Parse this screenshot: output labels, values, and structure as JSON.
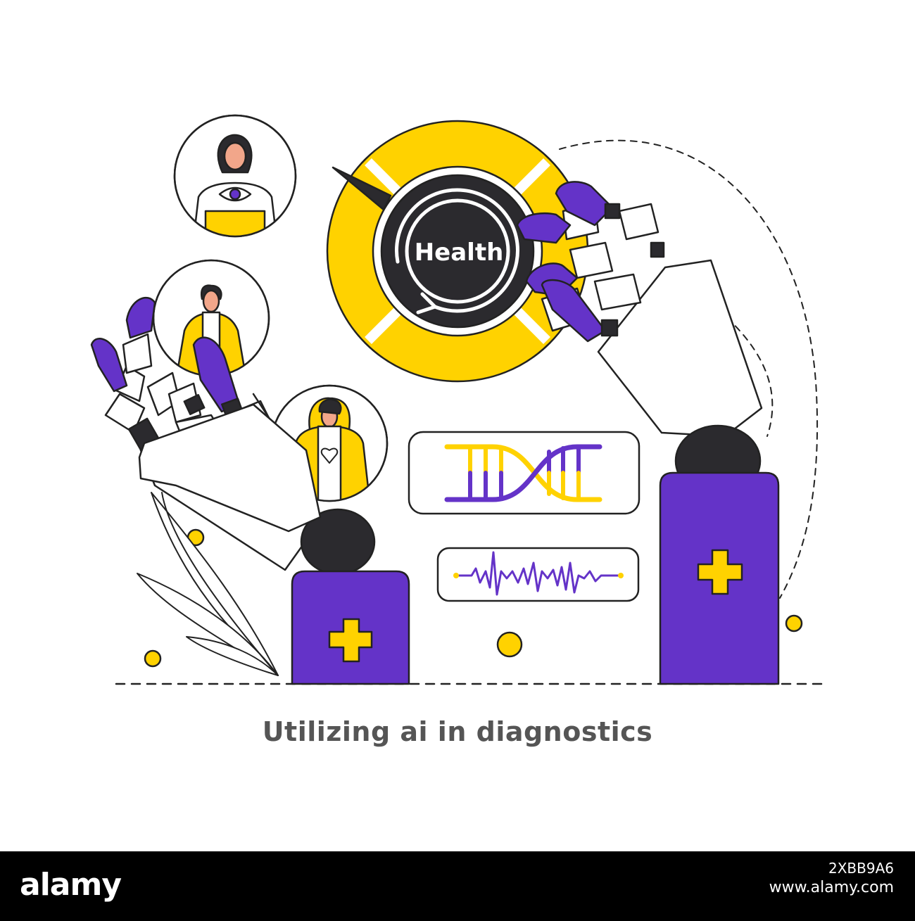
{
  "illustration": {
    "center_label": "Health",
    "caption": "Utilizing ai in diagnostics",
    "colors": {
      "outline": "#222222",
      "yellow": "#ffd200",
      "purple": "#6433c8",
      "dark": "#2b2a2e",
      "caption_gray": "#555555"
    },
    "icons": [
      "health-dial-icon",
      "robot-hand-icon",
      "dna-helix-icon",
      "heartbeat-wave-icon",
      "patient-avatar-icon",
      "medical-cross-icon",
      "leaf-icon",
      "eye-icon",
      "heart-icon"
    ]
  },
  "watermark": {
    "brand": "alamy",
    "image_id": "2XBB9A6",
    "url": "www.alamy.com"
  }
}
